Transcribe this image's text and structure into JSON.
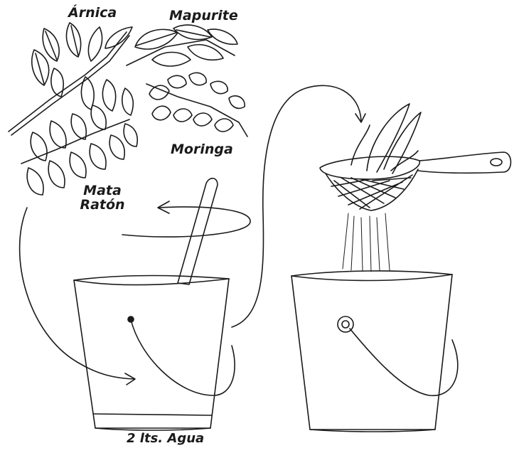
{
  "labels": {
    "arnica": "Árnica",
    "mapurite": "Mapurite",
    "moringa": "Moringa",
    "mata_raton_line1": "Mata",
    "mata_raton_line2": "Ratón",
    "water": "2 lts. Agua"
  },
  "colors": {
    "ink": "#1a1a1a",
    "background": "#ffffff"
  },
  "icons": [
    "leaf-branch-icon",
    "bucket-icon",
    "stirring-stick-icon",
    "strainer-icon",
    "arrow-icon"
  ]
}
